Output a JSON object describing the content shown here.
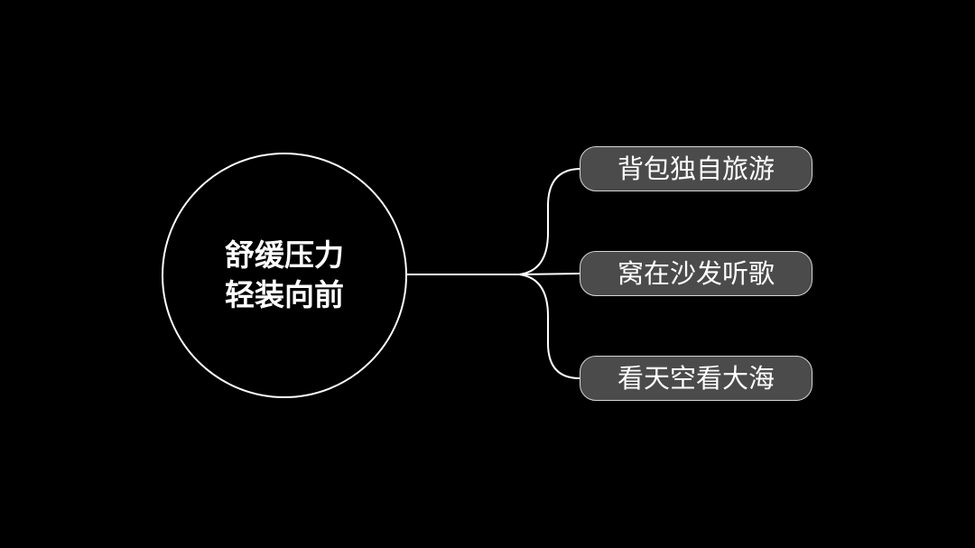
{
  "colors": {
    "background": "#000000",
    "stroke": "#ffffff",
    "branch_fill": "#4b4b4b",
    "branch_border": "#d6d6d6",
    "text": "#ffffff"
  },
  "center": {
    "line1": "舒缓压力",
    "line2": "轻装向前"
  },
  "branches": [
    {
      "label": "背包独自旅游"
    },
    {
      "label": "窝在沙发听歌"
    },
    {
      "label": "看天空看大海"
    }
  ]
}
